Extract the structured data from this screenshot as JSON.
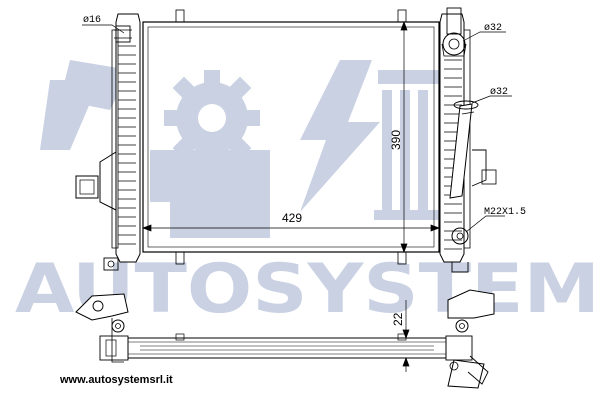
{
  "watermark": {
    "brand": "AUTOSYSTEM",
    "color": "#c9d1e3"
  },
  "dimensions": {
    "width_label": "429",
    "height_label": "390",
    "depth_label": "22"
  },
  "callouts": {
    "inlet_left": "ø16",
    "outlet_top_right": "ø32",
    "hose_right": "ø32",
    "thread": "M22X1.5"
  },
  "footer": {
    "website": "www.autosystemsrl.it"
  },
  "colors": {
    "line": "#000000",
    "background": "#ffffff",
    "watermark": "#c9d1e3"
  }
}
